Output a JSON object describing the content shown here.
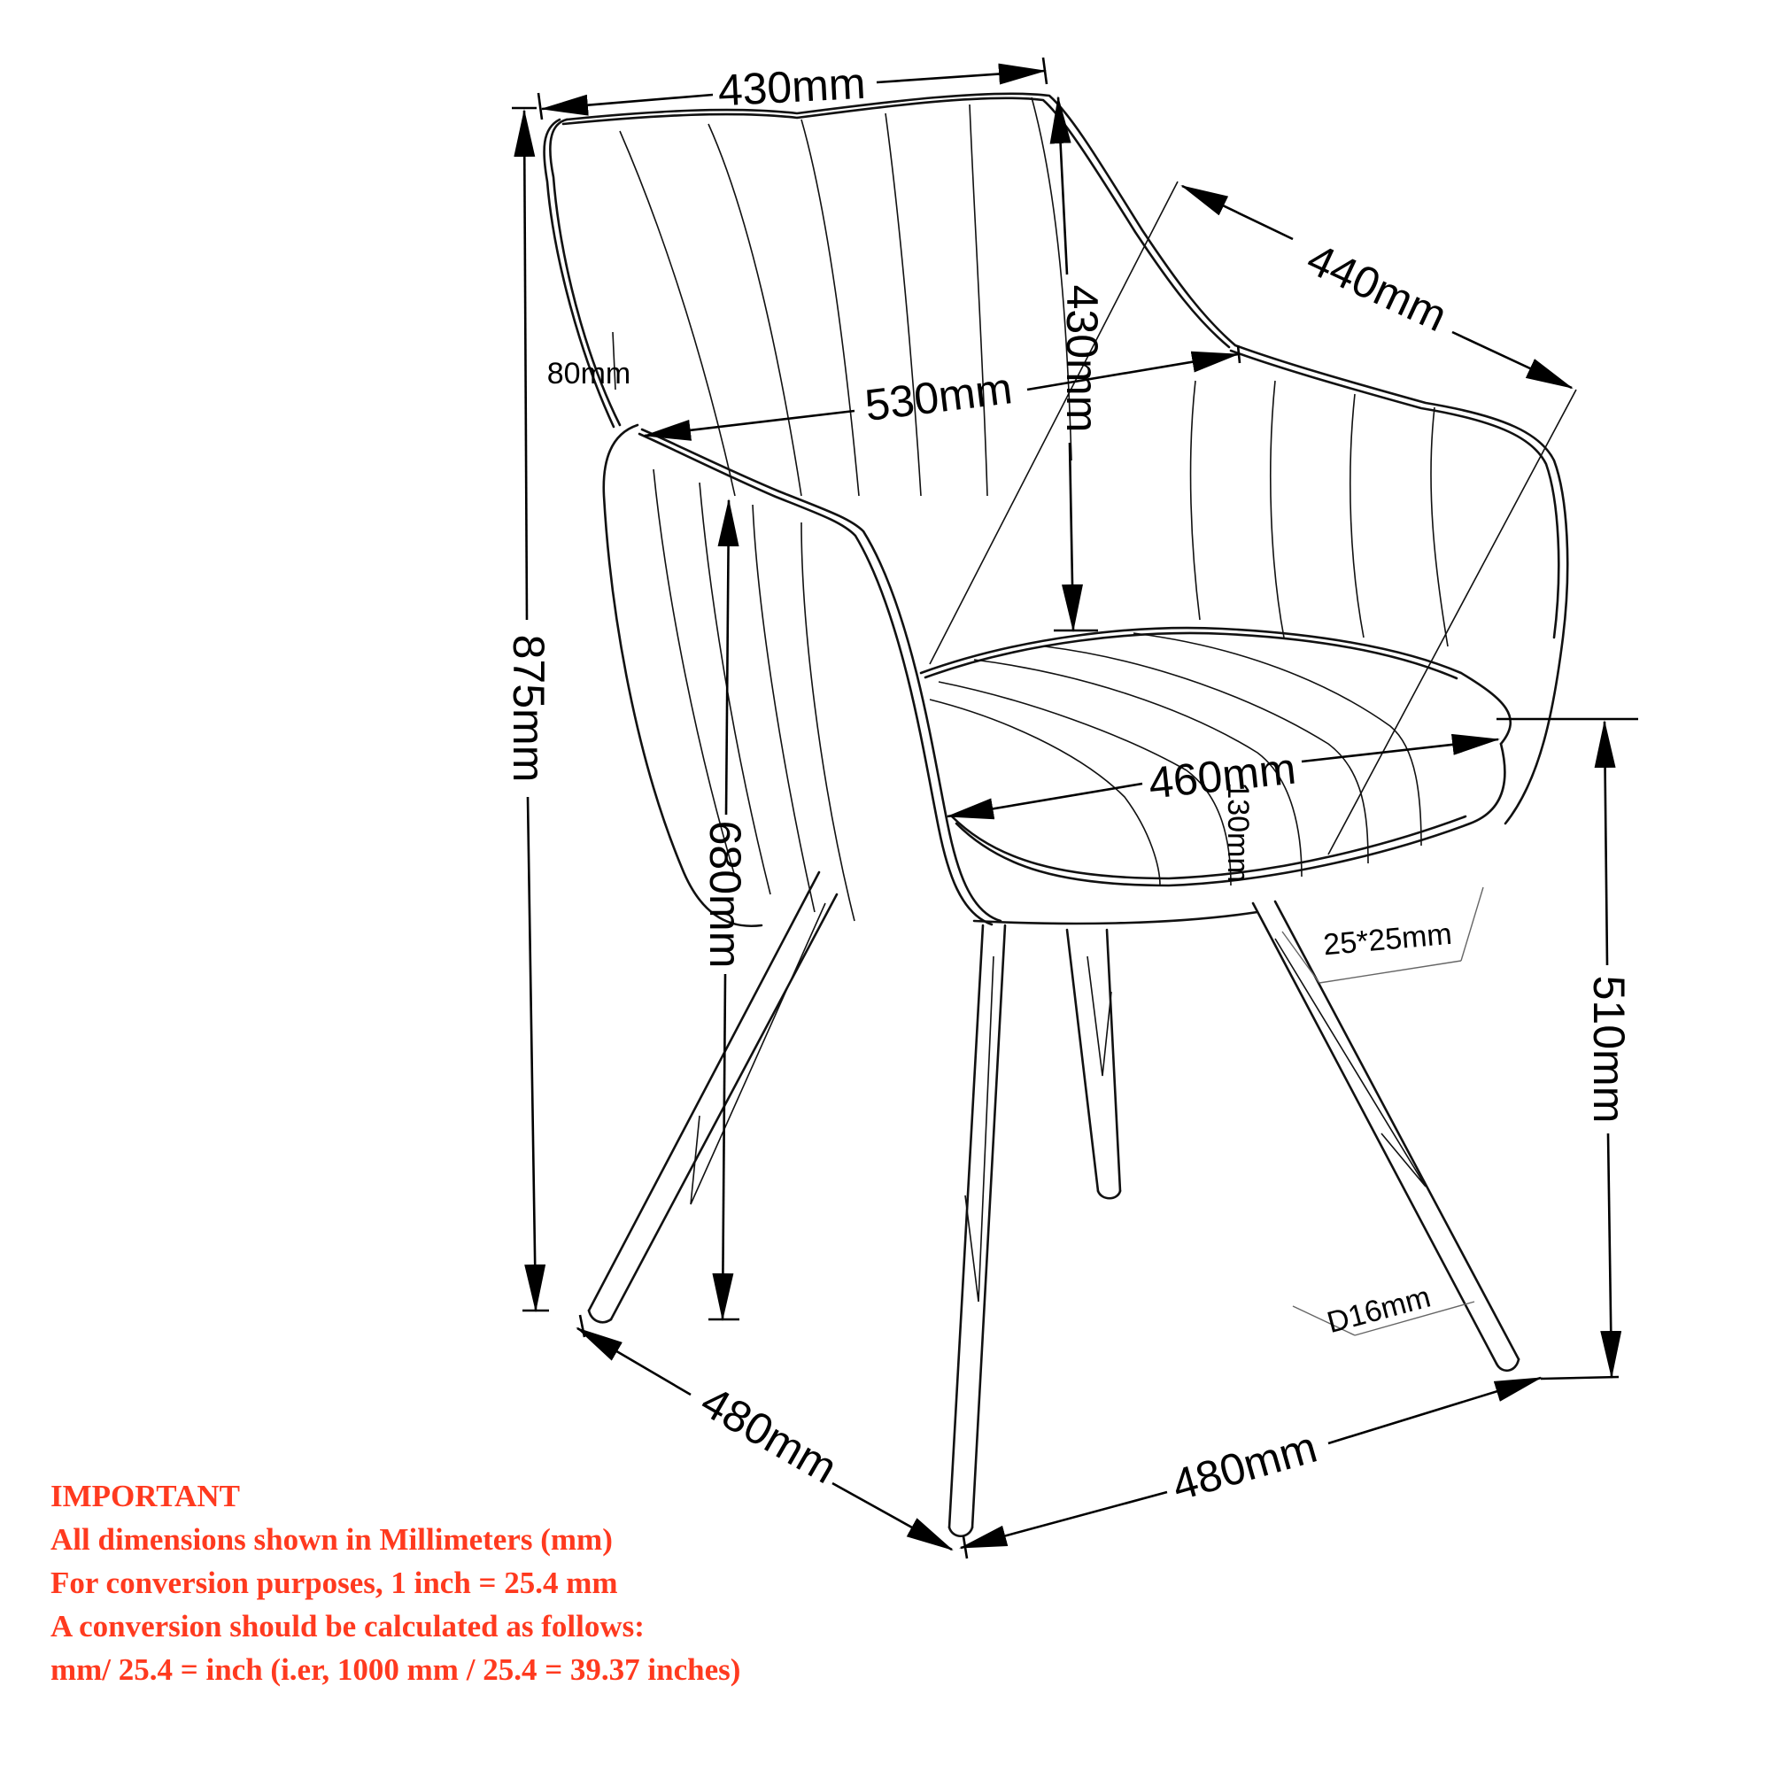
{
  "dimensions": {
    "back_width": "430mm",
    "back_height": "430mm",
    "depth": "440mm",
    "arm_width": "530mm",
    "arm_pad": "80mm",
    "total_height": "875mm",
    "arm_height": "680mm",
    "seat_width": "460mm",
    "seat_thickness": "130mm",
    "seat_height": "510mm",
    "leg_profile": "25*25mm",
    "leg_diameter": "D16mm",
    "base_left": "480mm",
    "base_right": "480mm"
  },
  "notes": {
    "heading": "IMPORTANT",
    "line1": "All dimensions shown in Millimeters (mm)",
    "line2": "For conversion purposes, 1 inch = 25.4 mm",
    "line3": "A conversion should be calculated as follows:",
    "line4": "mm/ 25.4 = inch (i.er, 1000 mm / 25.4 = 39.37 inches)"
  },
  "colors": {
    "note_text": "#ff3a1f",
    "lines": "#111111"
  }
}
